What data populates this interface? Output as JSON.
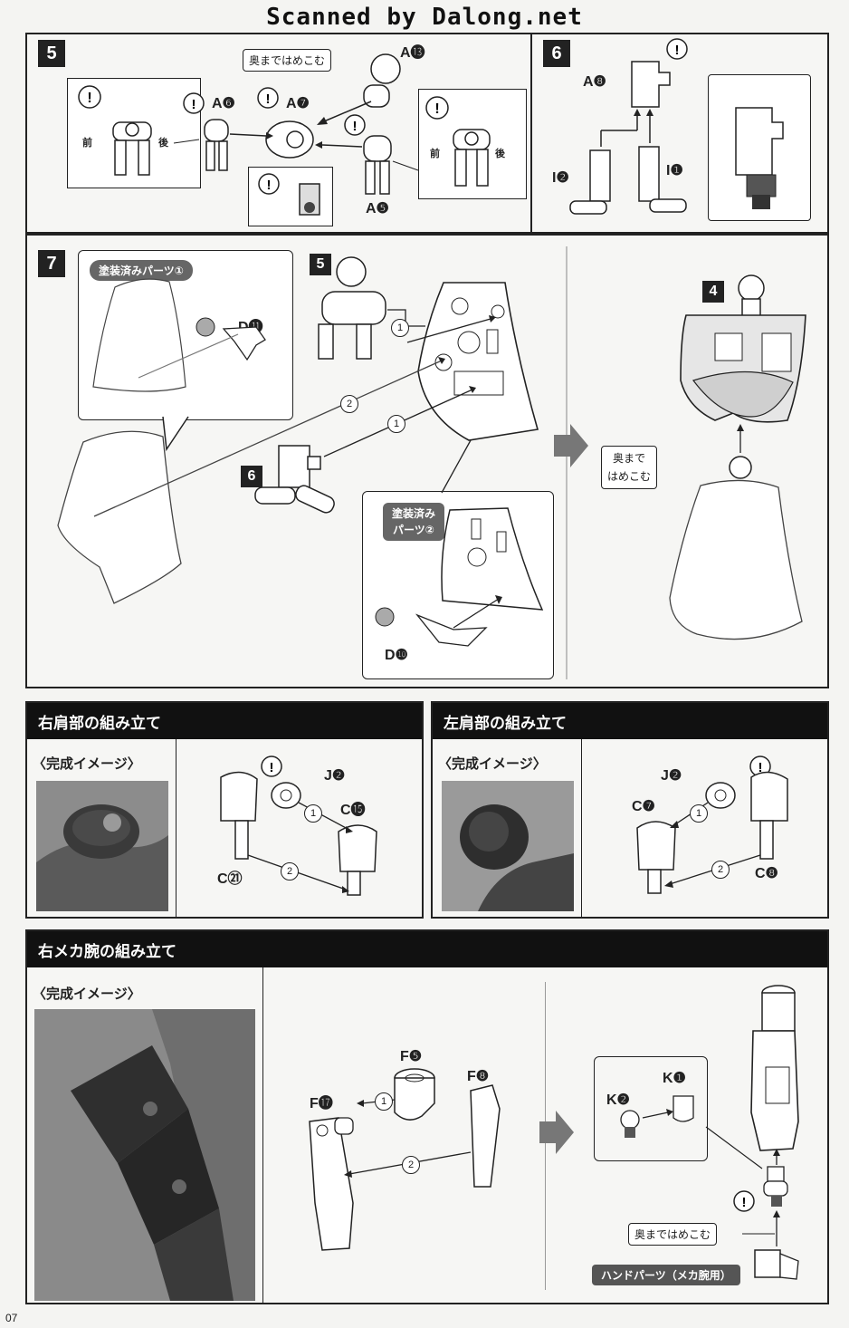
{
  "watermark": "Scanned by Dalong.net",
  "page_number": "07",
  "step5": {
    "number": "5",
    "parts": [
      "A❻",
      "A❼",
      "A⓭",
      "A❺"
    ],
    "callout": "奥まではめこむ",
    "front_label": "前",
    "back_label": "後"
  },
  "step6": {
    "number": "6",
    "parts": [
      "A❽",
      "I❷",
      "I❶"
    ]
  },
  "step7": {
    "number": "7",
    "painted_part_1": "塗装済みパーツ①",
    "painted_part_2_line1": "塗装済み",
    "painted_part_2_line2": "パーツ②",
    "ref_step5": "5",
    "ref_step6": "6",
    "ref_step4": "4",
    "part_d11": "D⓫",
    "part_d10": "D❿",
    "seq1": "1",
    "seq2": "2",
    "callout_line1": "奥まで",
    "callout_line2": "はめこむ"
  },
  "right_shoulder": {
    "title": "右肩部の組み立て",
    "completion": "〈完成イメージ〉",
    "parts": [
      "J❷",
      "C⓯",
      "C㉑"
    ],
    "seq1": "1",
    "seq2": "2"
  },
  "left_shoulder": {
    "title": "左肩部の組み立て",
    "completion": "〈完成イメージ〉",
    "parts": [
      "J❷",
      "C❼",
      "C❽"
    ],
    "seq1": "1",
    "seq2": "2"
  },
  "right_mecha_arm": {
    "title": "右メカ腕の組み立て",
    "completion": "〈完成イメージ〉",
    "parts": [
      "F❺",
      "F❽",
      "F⓱",
      "K❶",
      "K❷"
    ],
    "seq1": "1",
    "seq2": "2",
    "callout": "奥まではめこむ",
    "hand_parts": "ハンドパーツ（メカ腕用）"
  },
  "colors": {
    "ink": "#1a1a1a",
    "paper": "#f6f6f4",
    "header_bg": "#111111",
    "pill_bg": "#666666"
  }
}
